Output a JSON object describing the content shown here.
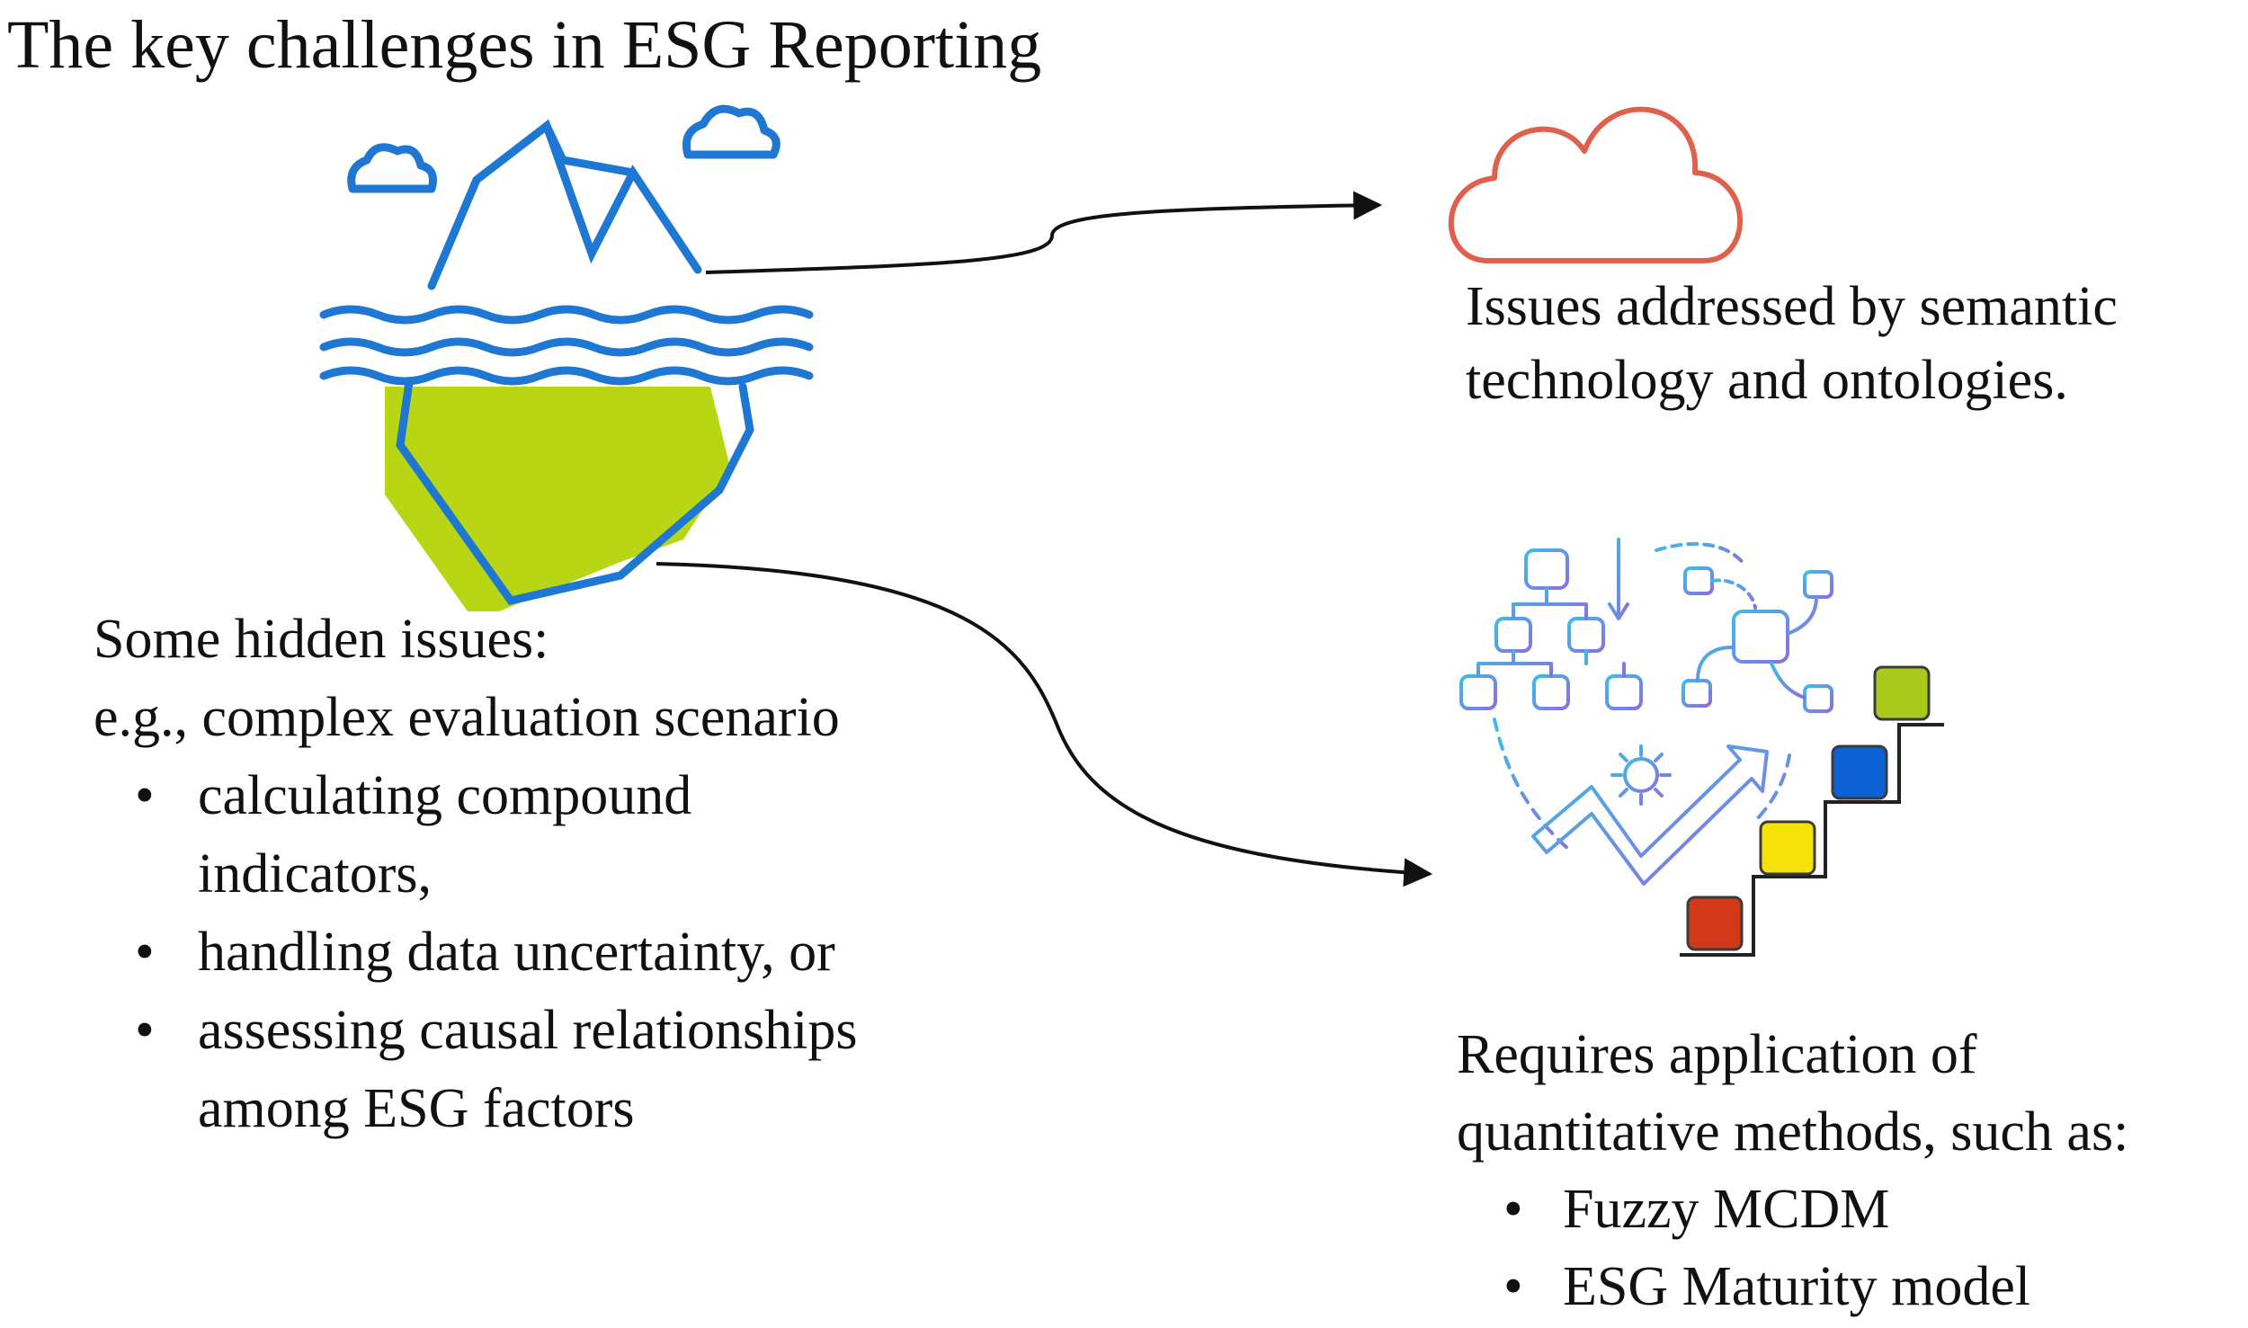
{
  "title": "The key challenges in ESG Reporting",
  "top_caption": {
    "lines": [
      "Issues addressed by semantic",
      "technology and ontologies."
    ]
  },
  "hidden_issues": {
    "heading": "Some hidden issues:",
    "subheading": "e.g., complex evaluation scenario",
    "items": [
      {
        "lines": [
          "calculating compound",
          "indicators,"
        ]
      },
      {
        "lines": [
          "handling data uncertainty, or"
        ]
      },
      {
        "lines": [
          "assessing causal relationships",
          "among ESG factors"
        ]
      }
    ]
  },
  "methods": {
    "lines": [
      "Requires application of",
      "quantitative methods, such as:"
    ],
    "items": [
      "Fuzzy MCDM",
      "ESG Maturity model"
    ]
  },
  "colors": {
    "iceberg_blue": "#1f77d4",
    "iceberg_green": "#b8d613",
    "cloud_red": "#e0604d",
    "arrow": "#111111",
    "step_red": "#d2391a",
    "step_yellow": "#f4e10a",
    "step_blue": "#0c62d4",
    "step_green": "#a9c91b",
    "network_cyan": "#3bbde8",
    "network_purple": "#8c6ee0"
  },
  "icons": [
    "iceberg-icon",
    "cloud-icon",
    "workflow-staircase-icon"
  ]
}
